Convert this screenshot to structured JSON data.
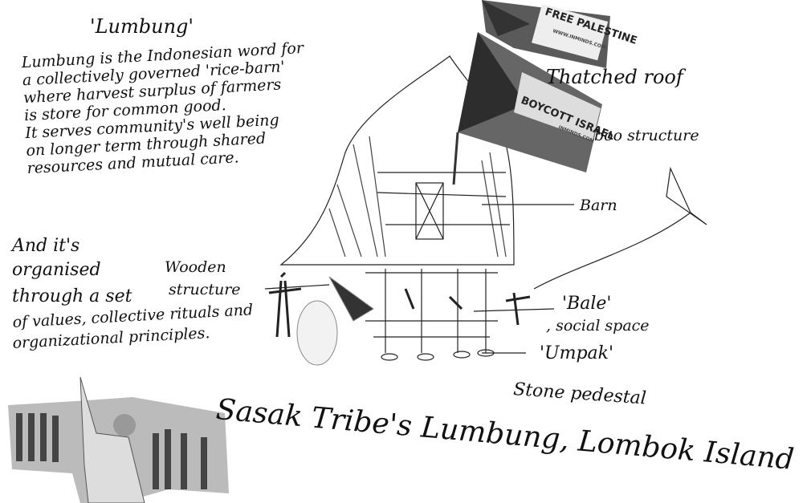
{
  "title": "'Lumbung'",
  "intro_lines": [
    "Lumbung is the Indonesian word for",
    "a collectively governed 'rice-barn'",
    "where harvest surplus of farmers",
    "is store for common good.",
    "It serves community's well being",
    "on longer term through shared",
    "resources and mutual care."
  ],
  "organised_lines": [
    "And it's",
    "organised",
    "through a set",
    "of values, collective rituals and",
    "organizational principles."
  ],
  "labels": {
    "thatched_roof": "Thatched roof",
    "bamboo_structure": "boo structure",
    "barn": "Barn",
    "wooden_structure_1": "Wooden",
    "wooden_structure_2": "structure",
    "bale_1": "'Bale'",
    "bale_2": ", social space",
    "umpak_1": "'Umpak'",
    "umpak_2": "Stone pedestal"
  },
  "caption": "Sasak Tribe's Lumbung, Lombok Island",
  "flags": {
    "top_text": "FREE PALESTINE",
    "top_url": "WWW.INMINDS.COM",
    "bottom_text": "BOYCOTT ISRAEL",
    "bottom_url": "INMINDS.COM",
    "colors": {
      "black": "#2a2a2a",
      "white": "#e8e8e8",
      "green": "#6a6a6a",
      "red": "#555555"
    }
  }
}
